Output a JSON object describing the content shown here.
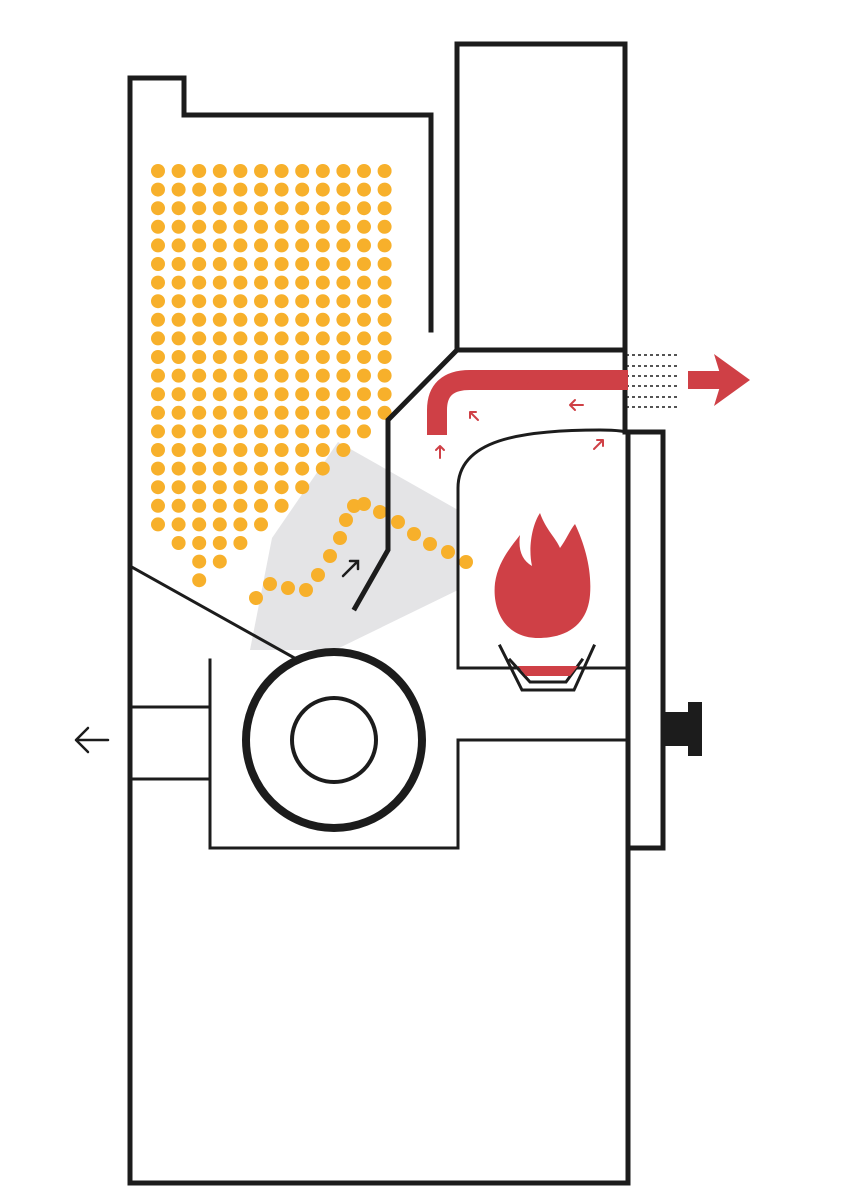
{
  "colors": {
    "pellet": "#f7b02b",
    "flame": "#cf4046",
    "heat_flow": "#cf4046",
    "auger_channel": "#e4e4e6",
    "outline": "#1c1c1c",
    "background": "#ffffff"
  },
  "components": {
    "hopper": "pellet-hopper",
    "auger": "auger-feed-channel",
    "burn_pot": "burn-pot",
    "flame": "flame-icon",
    "fan": "combustion-fan",
    "heat_exchanger": "heat-exchanger-duct",
    "exhaust_vent": "exhaust-vent",
    "door_handle": "door-handle",
    "upper_chamber": "upper-chamber",
    "base_cabinet": "base-cabinet"
  },
  "flows": [
    {
      "name": "fuel-feed",
      "from": "hopper",
      "to": "burn_pot"
    },
    {
      "name": "hot-air",
      "from": "burn_pot",
      "to": "exhaust_vent"
    },
    {
      "name": "air-intake",
      "direction": "left"
    }
  ],
  "icons": [
    "flame-icon",
    "arrow-right-icon",
    "arrow-left-icon",
    "arrow-up-icon"
  ]
}
